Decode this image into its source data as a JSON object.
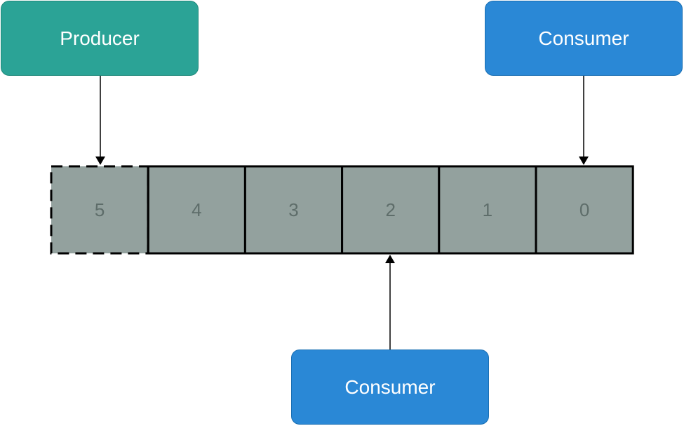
{
  "producer": {
    "label": "Producer"
  },
  "consumer_top": {
    "label": "Consumer"
  },
  "consumer_bottom": {
    "label": "Consumer"
  },
  "buffer": {
    "cells": [
      "5",
      "4",
      "3",
      "2",
      "1",
      "0"
    ],
    "pending_cell_index": 0
  },
  "colors": {
    "producer": "#2ba396",
    "consumer": "#2a88d6",
    "cell_fill": "#93a19e",
    "cell_text": "#5e6d6a",
    "stroke": "#000000"
  }
}
